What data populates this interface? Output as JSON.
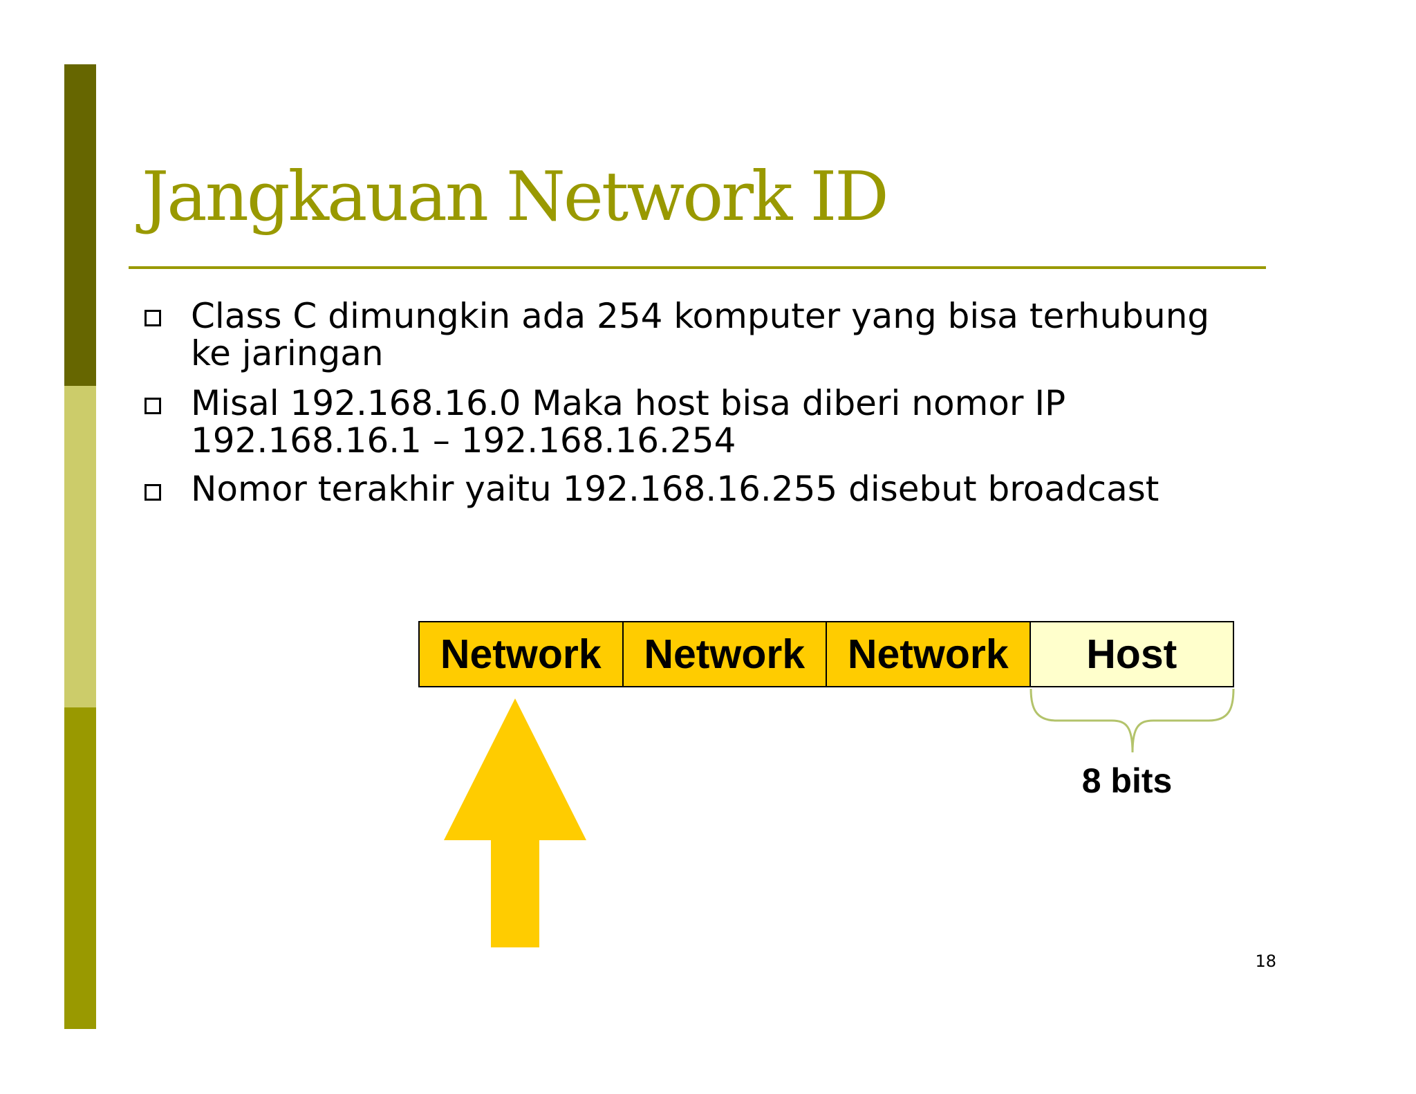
{
  "slide": {
    "title": "Jangkauan Network ID",
    "bullets": [
      {
        "line1": "Class C dimungkin ada 254 komputer yang bisa terhubung",
        "line2": "ke jaringan"
      },
      {
        "line1": "Misal 192.168.16.0 Maka host bisa diberi nomor IP",
        "line2": "192.168.16.1 – 192.168.16.254"
      },
      {
        "line1": "Nomor terakhir yaitu 192.168.16.255 disebut broadcast"
      }
    ],
    "page_number": "18"
  },
  "diagram": {
    "segments": [
      "Network",
      "Network",
      "Network",
      "Host"
    ],
    "host_bits_label": "8 bits"
  },
  "colors": {
    "accent_olive": "#999900",
    "bar_dark": "#666600",
    "bar_light": "#cccc6a",
    "network_fill": "#ffcc00",
    "host_fill": "#ffffcc",
    "brace_stroke": "#b3c36b"
  }
}
